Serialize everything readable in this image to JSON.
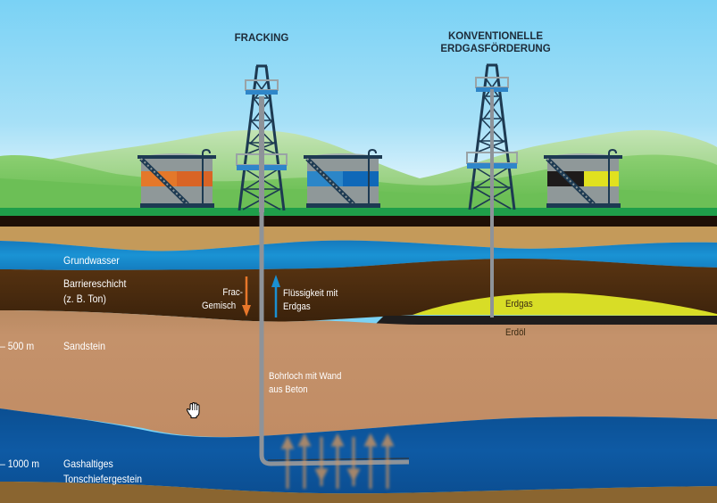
{
  "titles": {
    "fracking": "FRACKING",
    "conventional_line1": "KONVENTIONELLE",
    "conventional_line2": "ERDGASFÖRDERUNG"
  },
  "layers": {
    "groundwater": "Grundwasser",
    "barrier_line1": "Barriereschicht",
    "barrier_line2": "(z. B. Ton)",
    "sandstone": "Sandstein",
    "shale_line1": "Gashaltiges",
    "shale_line2": "Tonschiefergestein"
  },
  "depths": {
    "d500": "– 500 m",
    "d1000": "– 1000 m"
  },
  "annotations": {
    "frac_mix_line1": "Frac-",
    "frac_mix_line2": "Gemisch",
    "fluid_line1": "Flüssigkeit mit",
    "fluid_line2": "Erdgas",
    "borehole_line1": "Bohrloch mit Wand",
    "borehole_line2": "aus Beton",
    "natural_gas": "Erdgas",
    "crude_oil": "Erdöl"
  },
  "colors": {
    "sky": "#7ad2f5",
    "hills_light": "#a8d89a",
    "grass": "#6cbf56",
    "ground_strip": "#1f9e4a",
    "topsoil": "#1e0f06",
    "sand_top": "#c49a5a",
    "groundwater": "#1a8fd1",
    "barrier": "#4e2f10",
    "sandstone": "#c4906a",
    "shale": "#0d57a0",
    "gas_yellow": "#d8dd26",
    "oil_black": "#1f1d1d",
    "frac_arrow": "#e8772a",
    "fluid_arrow": "#1a8fd1",
    "tower": "#1d3a52",
    "platform": "#2f86c9",
    "pipe": "#8e9399",
    "tank_grey": "#8f9899",
    "tank_orange": "#e4782a",
    "tank_blue": "#2c86c8",
    "tank_black": "#1e1b1b",
    "tank_yellow": "#e1e11f"
  }
}
